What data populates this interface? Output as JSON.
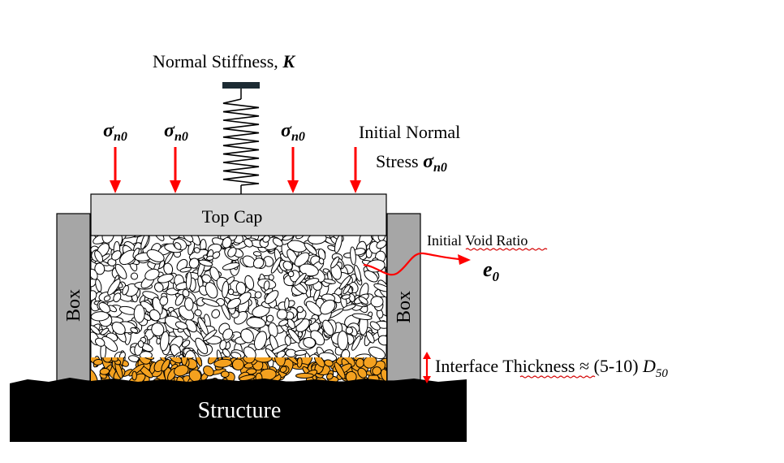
{
  "labels": {
    "normal_stiffness": "Normal Stiffness, ",
    "stiffness_symbol": "K",
    "sigma": "σ",
    "sigma_sub": "n0",
    "initial_normal": "Initial Normal",
    "stress_word": "Stress ",
    "top_cap": "Top Cap",
    "box": "Box",
    "structure": "Structure",
    "initial_void_ratio": "Initial Void Ratio",
    "void_symbol": "e",
    "void_sub": "0",
    "interface_prefix": "Interface ",
    "interface_word": "Thickness",
    "interface_suffix": " ≈ (5-10) ",
    "d_symbol": "D",
    "d_sub": "50"
  },
  "colors": {
    "arrow": "#ff0000",
    "top_cap": "#d9d9d9",
    "box": "#a6a6a6",
    "grain_fill": "#ffffff",
    "interface_grain": "#f4a11f",
    "structure": "#000000",
    "void_arrow": "#ff0000",
    "spell_underline": "#d40000"
  }
}
